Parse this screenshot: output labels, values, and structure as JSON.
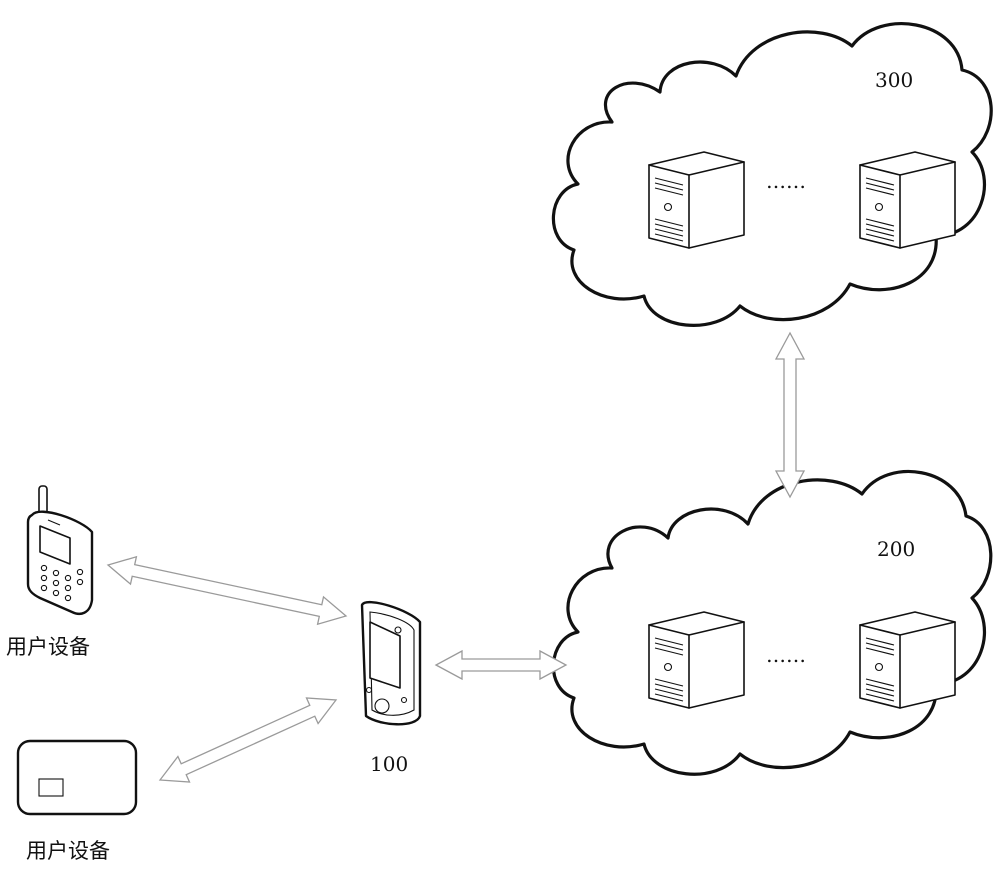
{
  "diagram": {
    "cloud_top": {
      "label": "300",
      "separator": "……"
    },
    "cloud_bottom": {
      "label": "200",
      "separator": "……"
    },
    "hub_device": {
      "label": "100"
    },
    "user_device_phone": {
      "label": "用户设备"
    },
    "user_device_card": {
      "label": "用户设备"
    }
  },
  "colors": {
    "line": "#111111",
    "arrow_outline": "#9a9a9a",
    "background": "#ffffff"
  }
}
